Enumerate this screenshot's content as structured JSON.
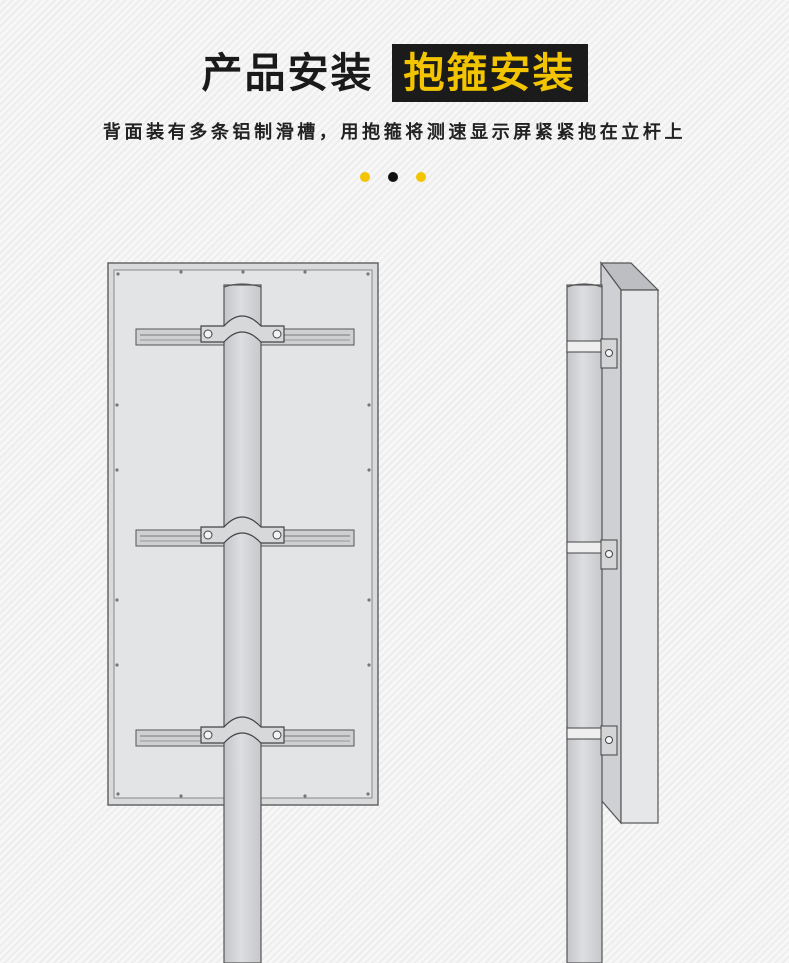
{
  "header": {
    "title_plain": "产品安装",
    "title_highlight": "抱箍安装",
    "subtitle": "背面装有多条铝制滑槽，用抱箍将测速显示屏紧紧抱在立杆上"
  },
  "colors": {
    "accent": "#f3c400",
    "dark": "#1b1b1b",
    "pole": "#d2d4d7",
    "panel": "#e3e4e6",
    "outline": "#666666"
  },
  "indicator": {
    "dots": [
      "yellow",
      "black",
      "yellow"
    ],
    "active_index": 1
  },
  "illustration": {
    "back_view": {
      "rail_count": 3
    },
    "side_view": {
      "clamp_count": 3
    }
  }
}
